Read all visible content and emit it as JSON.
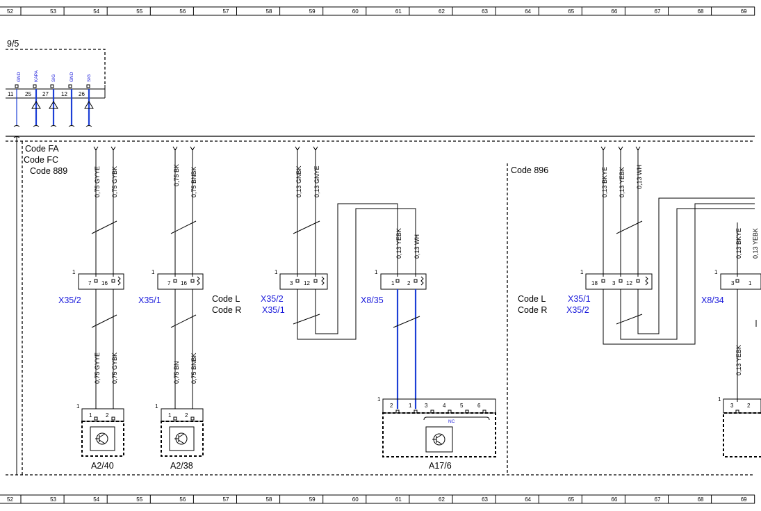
{
  "ruler": {
    "columns": [
      "52",
      "53",
      "54",
      "55",
      "56",
      "57",
      "58",
      "59",
      "60",
      "61",
      "62",
      "63",
      "64",
      "65",
      "66",
      "67",
      "68",
      "69"
    ]
  },
  "top_module": {
    "ref": "9/5",
    "pins": [
      {
        "num": "11",
        "signal": "GND"
      },
      {
        "num": "25",
        "signal": "KAPA"
      },
      {
        "num": "27",
        "signal": "SIG"
      },
      {
        "num": "12",
        "signal": "GND"
      },
      {
        "num": "26",
        "signal": "SIG"
      }
    ]
  },
  "codes_left": [
    "Code FA",
    "Code FC",
    "Code 889"
  ],
  "code_896": "Code 896",
  "code_lr_1": [
    "Code L",
    "Code R"
  ],
  "code_lr_2": [
    "Code L",
    "Code R"
  ],
  "wires": {
    "w1_top": "0,75 GYYE",
    "w2_top": "0,75 GYBK",
    "w3_top": "0,75 BK",
    "w4_top": "0,75 BNBK",
    "w5_top": "0,13 GNBK",
    "w6_top": "0,13 GNYE",
    "w7_mid": "0,13 YEBK",
    "w8_mid": "0,13 WH",
    "w9_top": "0,13 BKYE",
    "w10_top": "0,13 YEBK",
    "w11_top": "0,13 WH",
    "w12_mid": "0,13 BKYE",
    "w12_mid_cut": "0,13 YEBK",
    "w1_bot": "0,75 GYYE",
    "w2_bot": "0,75 GYBK",
    "w3_bot": "0,75 BN",
    "w4_bot": "0,75 BNBK",
    "w12_bot": "0,13 YEBK"
  },
  "connectors": {
    "c1": {
      "marker": "1",
      "pins": [
        "7",
        "16"
      ],
      "label": "X35/2"
    },
    "c2": {
      "marker": "1",
      "pins": [
        "7",
        "16"
      ],
      "label": "X35/1"
    },
    "c3": {
      "marker": "1",
      "pins": [
        "3",
        "12"
      ],
      "labels": [
        "X35/2",
        "X35/1"
      ]
    },
    "c4": {
      "marker": "1",
      "pins": [
        "1",
        "2"
      ],
      "label": "X8/35"
    },
    "c5": {
      "marker": "1",
      "pins": [
        "18",
        "3",
        "12"
      ],
      "labels": [
        "X35/1",
        "X35/2"
      ]
    },
    "c6": {
      "marker": "1",
      "pins": [
        "3",
        "1"
      ],
      "label": "X8/34"
    }
  },
  "components": {
    "a2_40": {
      "marker": "1",
      "pins": [
        "1",
        "2"
      ],
      "label": "A2/40"
    },
    "a2_38": {
      "marker": "1",
      "pins": [
        "1",
        "2"
      ],
      "label": "A2/38"
    },
    "a17_6": {
      "marker": "1",
      "pins": [
        "2",
        "1",
        "3",
        "4",
        "5",
        "6"
      ],
      "nc": "NC",
      "label": "A17/6"
    },
    "right_comp": {
      "marker": "1",
      "pins": [
        "3",
        "2"
      ]
    }
  },
  "colors": {
    "wire_blue": "#1d3fd6",
    "label_blue": "#1a1adb"
  }
}
